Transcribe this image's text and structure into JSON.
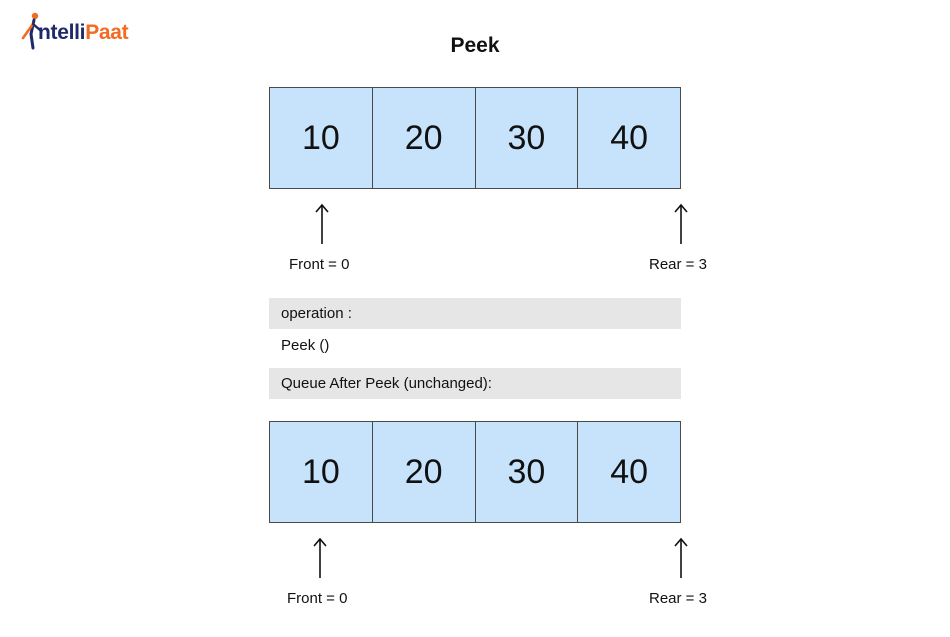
{
  "logo": {
    "text_part1": "ntelli",
    "text_part2": "Paat",
    "icon": "intellipaat-figure-logo"
  },
  "title": "Peek",
  "queue_before": {
    "values": [
      "10",
      "20",
      "30",
      "40"
    ]
  },
  "pointers_before": {
    "front": "Front = 0",
    "rear": "Rear = 3"
  },
  "operation_label": "operation :",
  "operation_value": "Peek ()",
  "result_label": "Queue After Peek (unchanged):",
  "queue_after": {
    "values": [
      "10",
      "20",
      "30",
      "40"
    ]
  },
  "pointers_after": {
    "front": "Front = 0",
    "rear": "Rear = 3"
  },
  "colors": {
    "cell_fill": "#c7e3fb",
    "band_fill": "#e6e6e6",
    "logo_dark": "#1f2a6b",
    "logo_accent": "#f26b21"
  }
}
